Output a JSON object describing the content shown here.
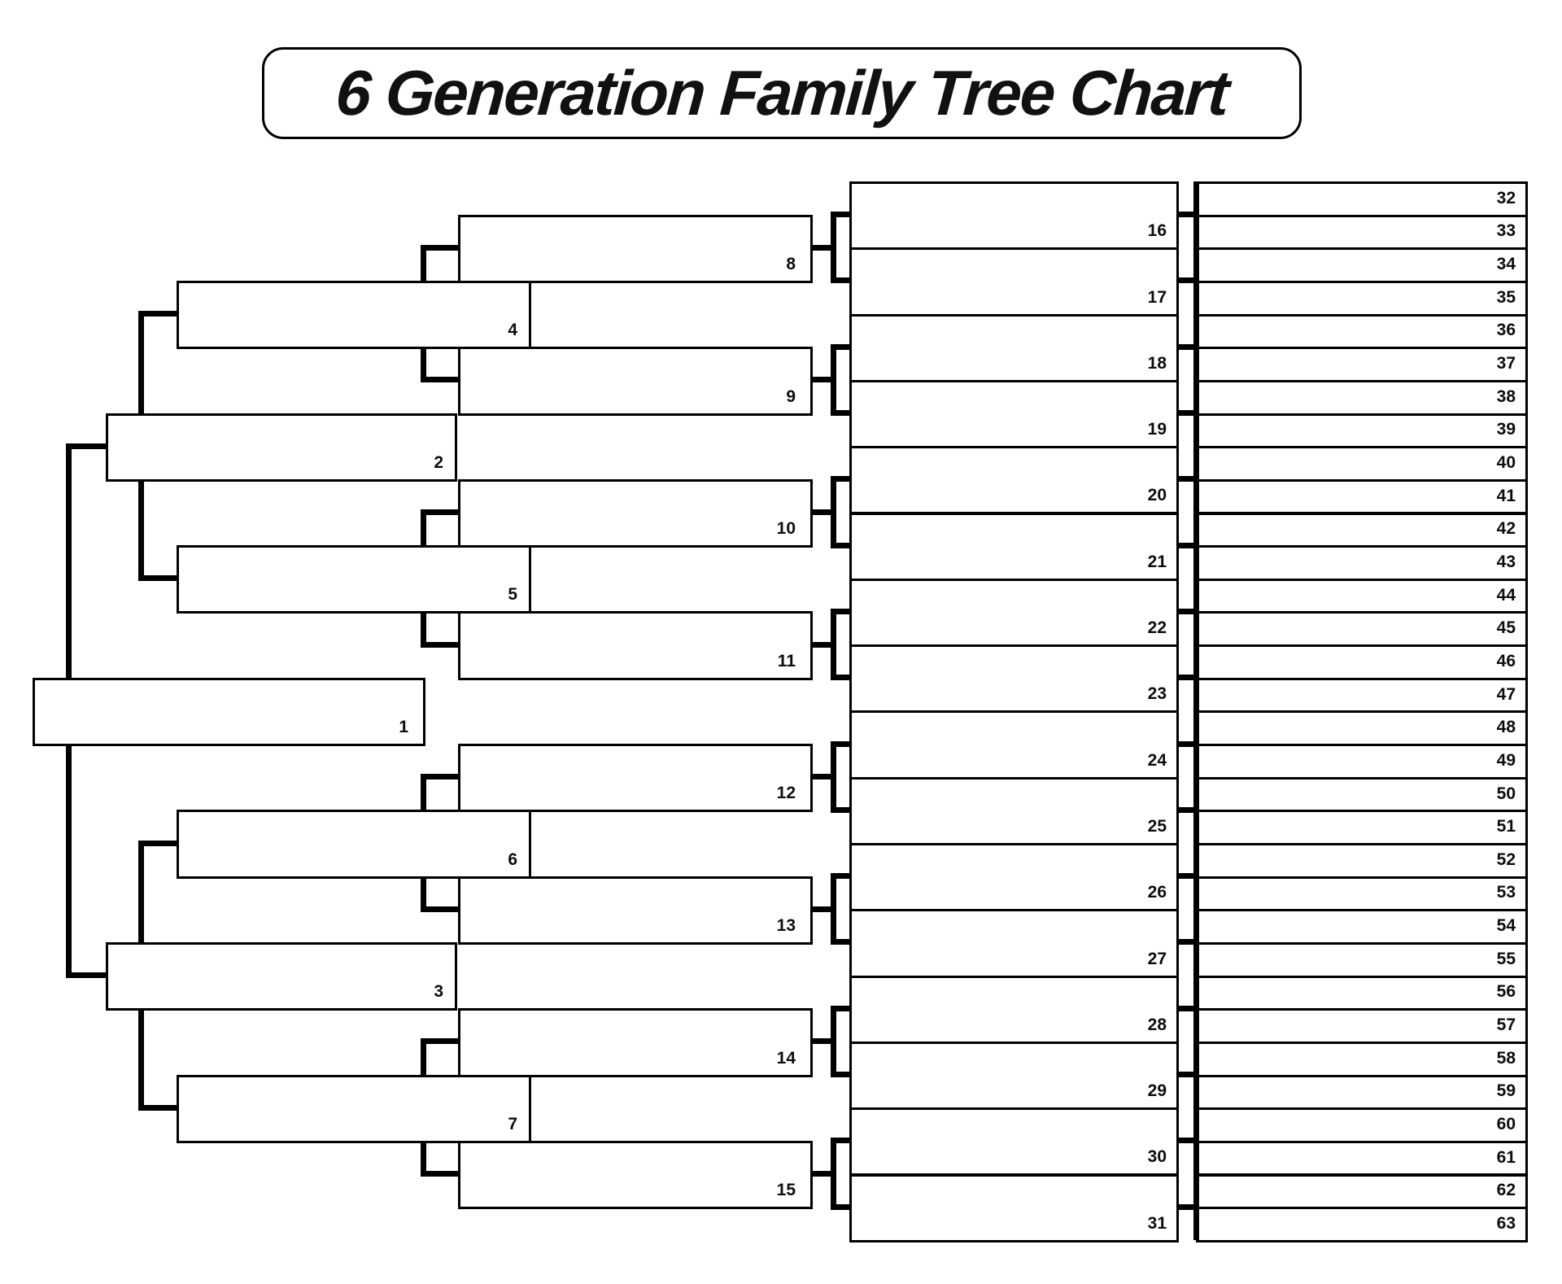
{
  "title": "6 Generation Family Tree Chart",
  "colors": {
    "background": "#ffffff",
    "line": "#000000",
    "text": "#0d0d0d"
  },
  "persons": {
    "gen1": [
      "1"
    ],
    "gen2": [
      "2",
      "3"
    ],
    "gen3": [
      "4",
      "5",
      "6",
      "7"
    ],
    "gen4": [
      "8",
      "9",
      "10",
      "11",
      "12",
      "13",
      "14",
      "15"
    ],
    "gen5": [
      "16",
      "17",
      "18",
      "19",
      "20",
      "21",
      "22",
      "23",
      "24",
      "25",
      "26",
      "27",
      "28",
      "29",
      "30",
      "31"
    ],
    "gen6": [
      "32",
      "33",
      "34",
      "35",
      "36",
      "37",
      "38",
      "39",
      "40",
      "41",
      "42",
      "43",
      "44",
      "45",
      "46",
      "47",
      "48",
      "49",
      "50",
      "51",
      "52",
      "53",
      "54",
      "55",
      "56",
      "57",
      "58",
      "59",
      "60",
      "61",
      "62",
      "63"
    ]
  }
}
